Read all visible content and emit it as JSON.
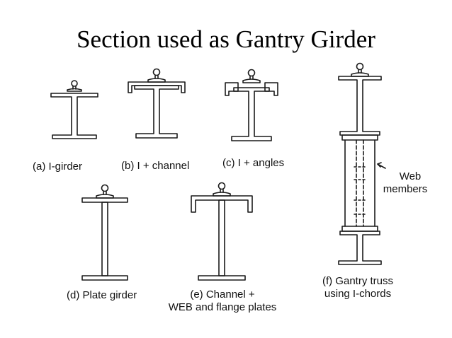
{
  "title": "Section used as Gantry Girder",
  "sections": [
    {
      "id": "a",
      "label": "(a) I-girder"
    },
    {
      "id": "b",
      "label": "(b) I + channel"
    },
    {
      "id": "c",
      "label": "(c) I + angles"
    },
    {
      "id": "d",
      "label": "(d) Plate girder"
    },
    {
      "id": "e",
      "label_line1": "(e) Channel +",
      "label_line2": "WEB and flange plates"
    },
    {
      "id": "f",
      "label_line1": "(f) Gantry truss",
      "label_line2": "using I-chords"
    }
  ],
  "annotation": {
    "line1": "Web",
    "line2": "members"
  }
}
